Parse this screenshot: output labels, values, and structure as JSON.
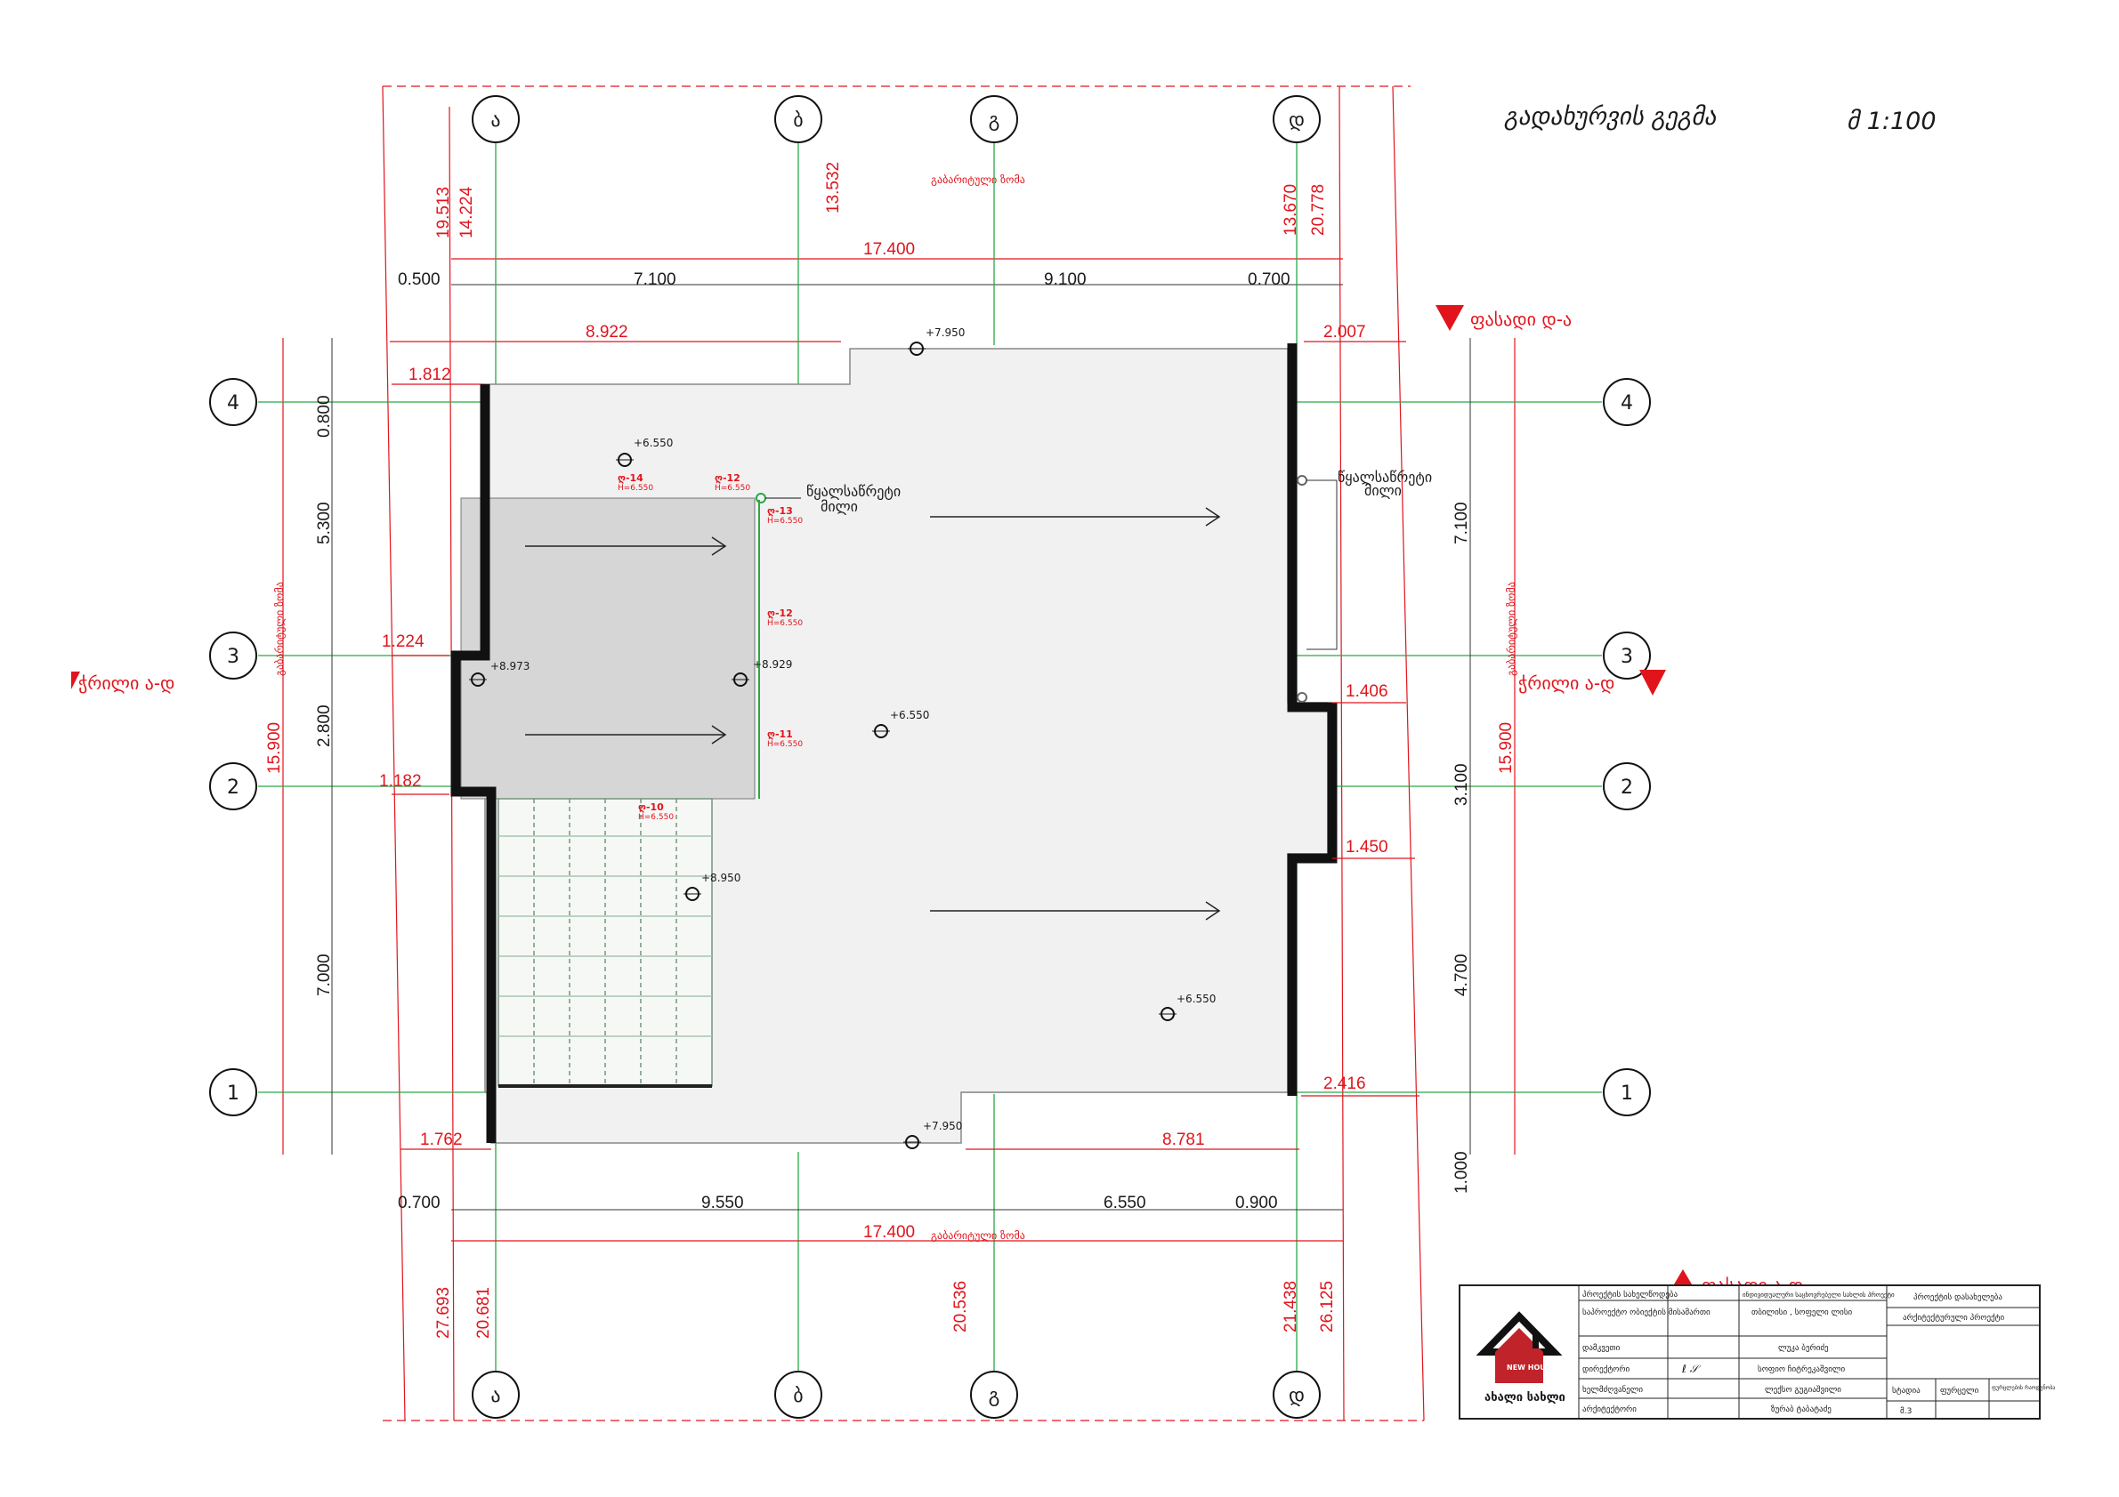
{
  "title": "გადახურვის გეგმა",
  "scale": "მ 1:100",
  "axes_letters": [
    "ა",
    "ბ",
    "გ",
    "დ"
  ],
  "axes_numbers": [
    "1",
    "2",
    "3",
    "4"
  ],
  "dims_top_red": [
    "19.513",
    "14.224",
    "13.532",
    "13.670",
    "20.778"
  ],
  "dims_top_total": "17.400",
  "dims_top_row": [
    "0.500",
    "7.100",
    "9.100",
    "0.700"
  ],
  "dims_top_offsets": [
    "8.922",
    "2.007",
    "1.812"
  ],
  "gabarit": "გაბარიტული ზომა",
  "facade_da": "ფასადი დ-ა",
  "facade_ad": "ფასადი ა-დ",
  "section_left": "ჭრილი ა-დ",
  "section_right": "ჭრილი ა-დ",
  "dims_left_black": [
    "0.800",
    "5.300",
    "2.800",
    "7.000"
  ],
  "dims_left_red": "15.900",
  "dims_left_offsets": [
    "1.224",
    "1.182"
  ],
  "dims_right_black": [
    "7.100",
    "3.100",
    "4.700",
    "1.000"
  ],
  "dims_right_red": "15.900",
  "dims_right_offsets": [
    "1.406",
    "1.450",
    "2.416"
  ],
  "dims_bottom_row": [
    "0.700",
    "9.550",
    "6.550",
    "0.900"
  ],
  "dims_bottom_total": "17.400",
  "dims_bottom_offsets": [
    "1.762",
    "8.781"
  ],
  "dims_bottom_red": [
    "27.693",
    "20.681",
    "20.536",
    "21.438",
    "26.125"
  ],
  "elevations": [
    "+7.950",
    "+6.550",
    "+8.973",
    "+8.929",
    "+6.550",
    "+8.950",
    "+6.550",
    "+7.950"
  ],
  "drain_label": "წყალსაწრეტი მილი",
  "drain_label_line1": "წყალსაწრეტი",
  "drain_label_line2": "მილი",
  "gutters": [
    "ღ-14",
    "ღ-12",
    "ღ-13",
    "ღ-12",
    "ღ-11",
    "ღ-10"
  ],
  "gutter_h": "H=6.550",
  "titleblock": {
    "logo_text": "ახალი სახლი",
    "logo_small": "NEW HOUSE",
    "col1": [
      "პროექტის სახელწოდება",
      "საპროექტო ობიექტის მისამართი",
      "დამკვეთი",
      "დირექტორი",
      "ხელმძღვანელი",
      "არქიტექტორი"
    ],
    "col2": [
      "ინდივიდუალური საცხოვრებელი სახლის პროექტი",
      "თბილისი , სოფელი ლისი",
      "ლუკა ბერიძე",
      "სოფიო ჩიტრეკაშვილი",
      "ლექსო გუგიაშვილი",
      "ზურაბ ტაბატაძე"
    ],
    "col3_header": "პროექტის დასახელება",
    "col3_value": "არქიტექტურული პროექტი",
    "stage_labels": [
      "სტადია",
      "ფურცელი",
      "ფურცლების რაოდენობა"
    ],
    "sheet_no": "მ.3"
  }
}
